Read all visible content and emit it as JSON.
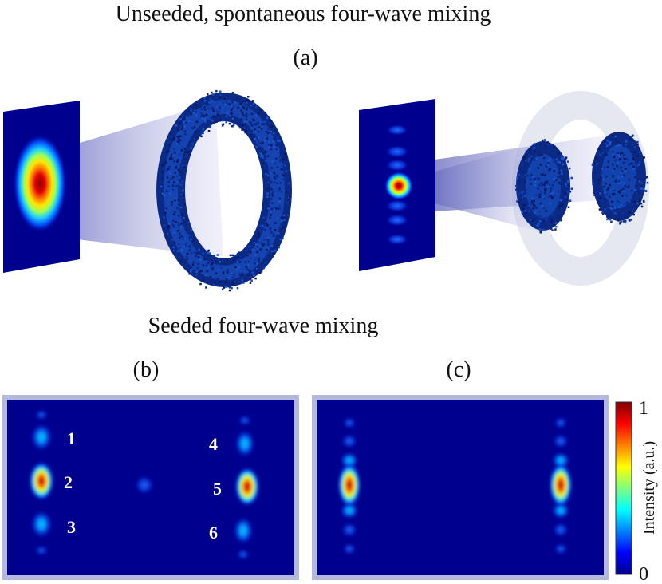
{
  "titles": {
    "top": "Unseeded, spontaneous four-wave mixing",
    "panel_a": "(a)",
    "middle": "Seeded four-wave mixing",
    "panel_b": "(b)",
    "panel_c": "(c)"
  },
  "spot_labels": [
    "1",
    "2",
    "3",
    "4",
    "5",
    "6"
  ],
  "colorbar": {
    "max_label": "1",
    "min_label": "0",
    "title": "Intensity (a.u.)",
    "min": 0,
    "max": 1
  },
  "colors": {
    "background_blue": "#00008f",
    "frame": "#b3b8dc",
    "hot": "#a00000"
  }
}
